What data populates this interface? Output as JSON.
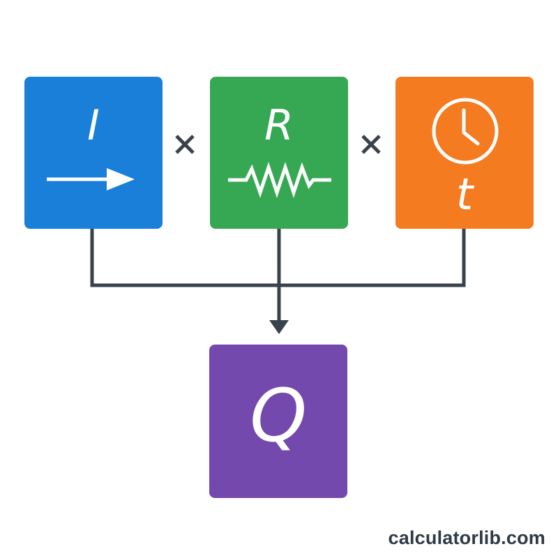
{
  "colors": {
    "current": "#1a7fd8",
    "resistance": "#36a853",
    "time": "#f47b20",
    "heat": "#7449ad",
    "connector": "#39424b",
    "operator": "#39424b",
    "watermark": "#2f3a46"
  },
  "nodes": {
    "current": {
      "symbol": "I",
      "icon": "arrow-right-icon"
    },
    "resistance": {
      "symbol": "R",
      "icon": "resistor-icon"
    },
    "time": {
      "symbol": "t",
      "icon": "clock-icon"
    },
    "heat": {
      "symbol": "Q"
    }
  },
  "operators": [
    "multiply-icon",
    "multiply-icon"
  ],
  "watermark": "calculatorlib.com"
}
